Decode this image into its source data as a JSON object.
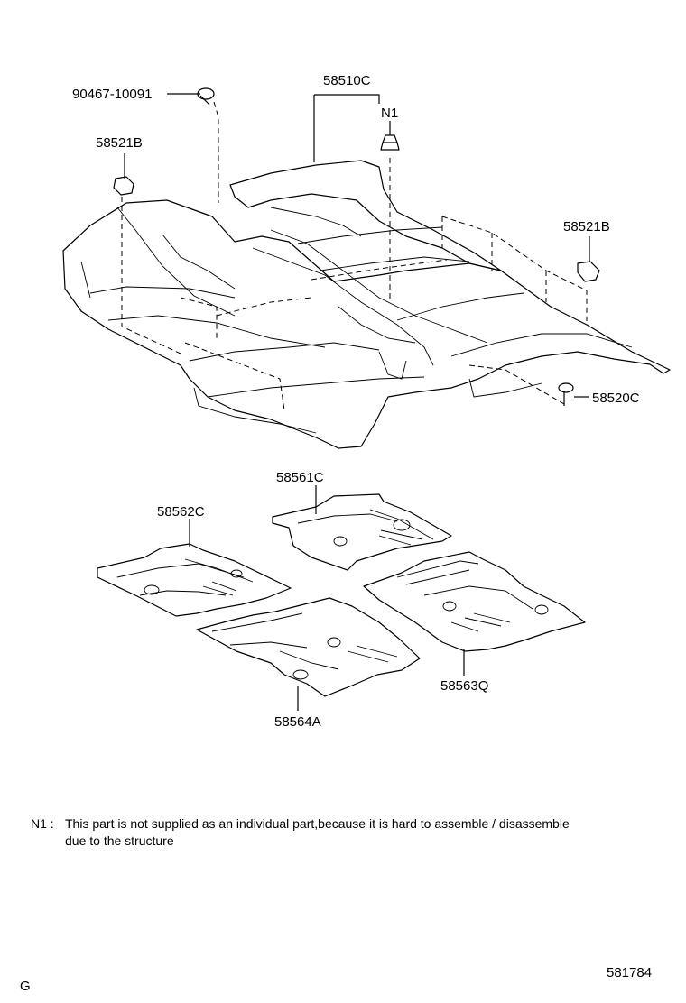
{
  "diagram": {
    "callouts": {
      "p90467": "90467-10091",
      "p58510": "58510C",
      "n1": "N1",
      "p58521_left": "58521B",
      "p58521_right": "58521B",
      "p58520": "58520C",
      "p58561": "58561C",
      "p58562": "58562C",
      "p58563": "58563Q",
      "p58564": "58564A"
    },
    "note": {
      "marker": "N1 :",
      "line1": "This part is not supplied as an individual part,because it is hard to assemble / disassemble",
      "line2": "due to the structure"
    },
    "figure_number": "581784",
    "corner_code": "G"
  }
}
